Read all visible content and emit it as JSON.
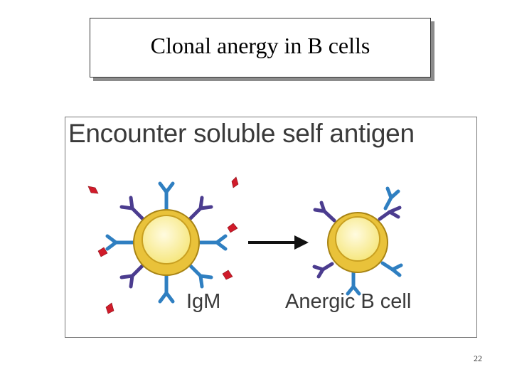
{
  "slide": {
    "title": "Clonal anergy in B cells",
    "number": "22"
  },
  "figure": {
    "heading": "Encounter soluble self antigen",
    "labels": {
      "receptor": "IgM",
      "cell_state": "Anergic B cell"
    }
  },
  "colors": {
    "cell_membrane": "#e9c23a",
    "cell_interior": "#fff5b0",
    "igm_receptor": "#2f7fc1",
    "other_receptor": "#4b3c8f",
    "antigen": "#d01b2a",
    "arrow": "#111111"
  }
}
